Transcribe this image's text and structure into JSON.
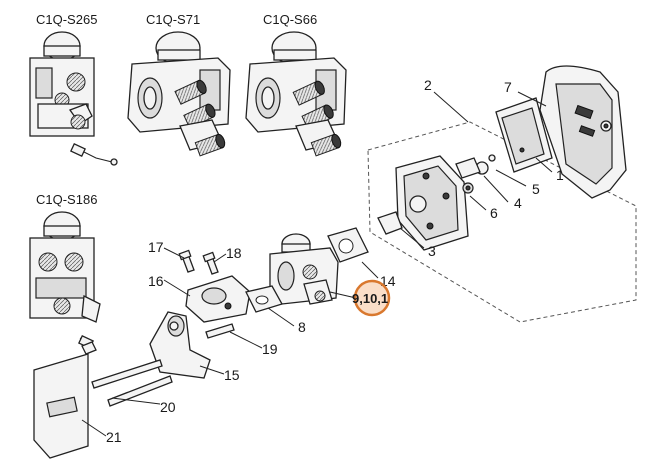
{
  "variants": [
    {
      "id": "s265",
      "label": "C1Q-S265"
    },
    {
      "id": "s71",
      "label": "C1Q-S71"
    },
    {
      "id": "s66",
      "label": "C1Q-S66"
    },
    {
      "id": "s186",
      "label": "C1Q-S186"
    }
  ],
  "callouts": {
    "c1": "1",
    "c2": "2",
    "c3": "3",
    "c4": "4",
    "c5": "5",
    "c6": "6",
    "c7": "7",
    "c8": "8",
    "c14": "14",
    "c15": "15",
    "c16": "16",
    "c17": "17",
    "c18": "18",
    "c19": "19",
    "c20": "20",
    "c21": "21"
  },
  "highlight": {
    "label": "9,10,1",
    "color": "#f0a060",
    "border": "#d9782e"
  }
}
